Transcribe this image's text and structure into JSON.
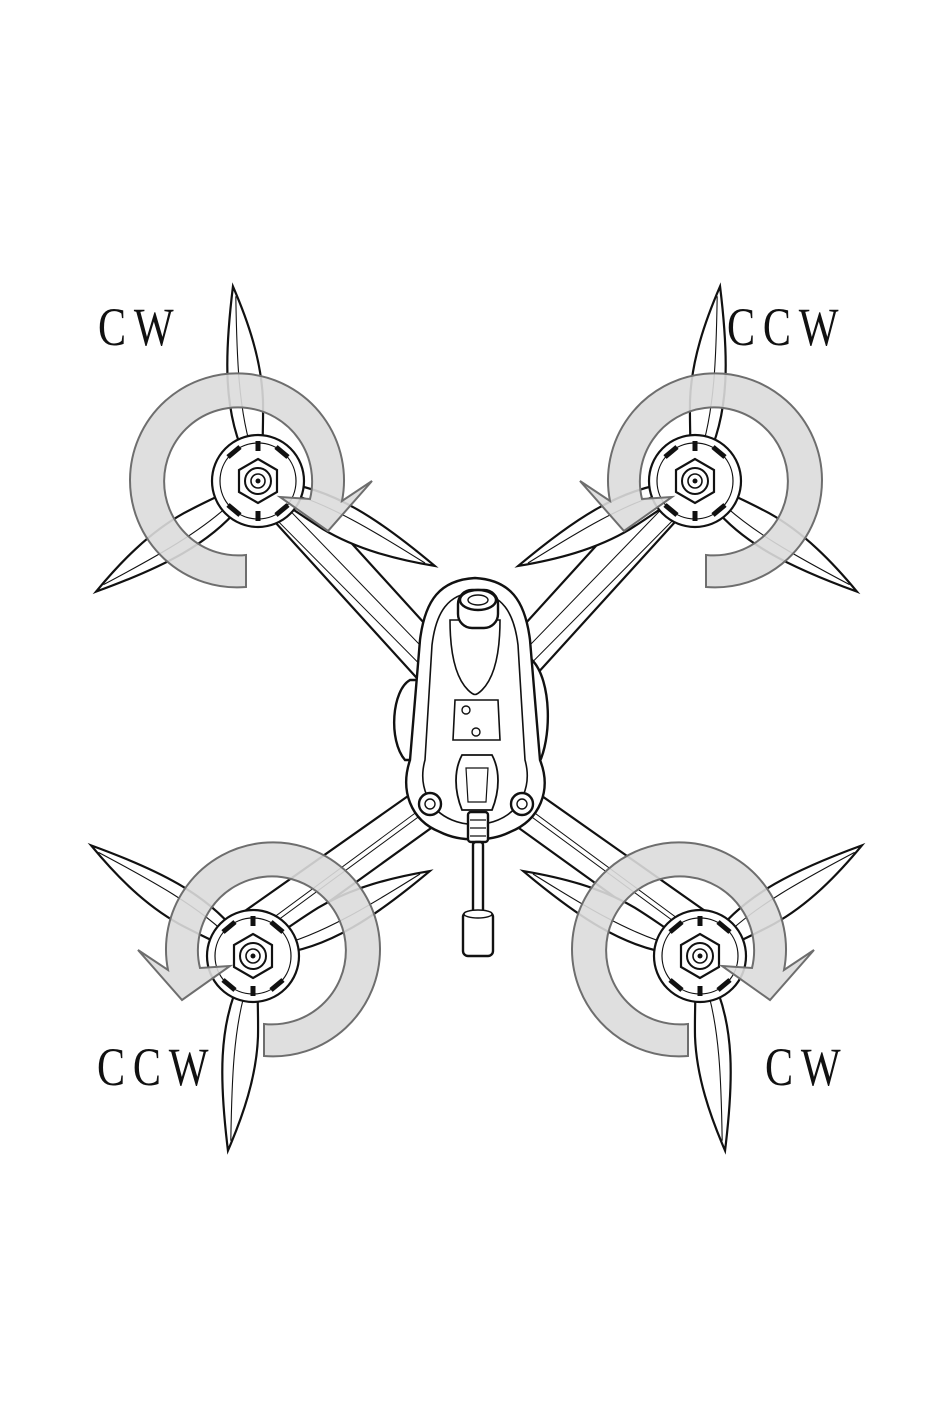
{
  "diagram": {
    "colors": {
      "line": "#111111",
      "fill": "#ffffff",
      "arrow_fill": "#dcdcdc",
      "arrow_stroke": "#6e6e6e"
    },
    "motors": [
      {
        "id": "front-left",
        "label": "CW",
        "direction": "cw"
      },
      {
        "id": "front-right",
        "label": "CCW",
        "direction": "ccw"
      },
      {
        "id": "rear-left",
        "label": "CCW",
        "direction": "ccw"
      },
      {
        "id": "rear-right",
        "label": "CW",
        "direction": "cw"
      }
    ]
  }
}
